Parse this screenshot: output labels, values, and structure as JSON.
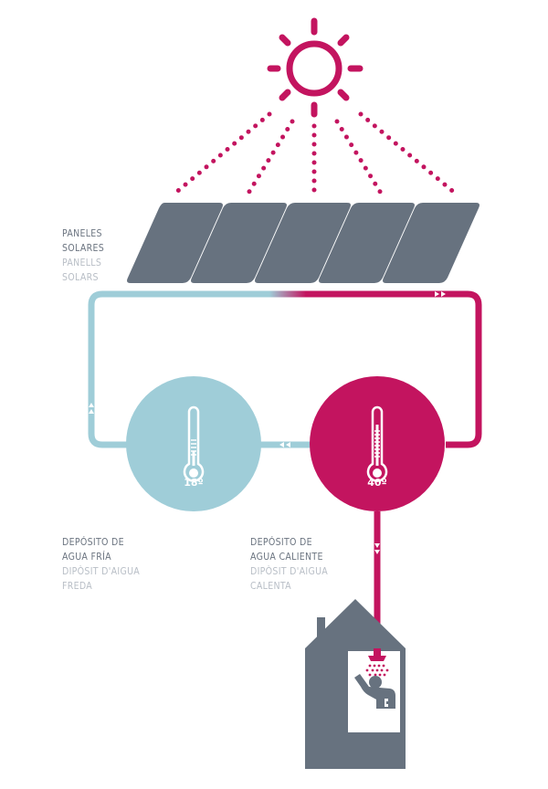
{
  "colors": {
    "magenta": "#c3145f",
    "light_blue": "#9fcdd8",
    "slate": "#67727f",
    "label_primary": "#6b7480",
    "label_secondary": "#b8bec6"
  },
  "icons": [
    "sun-icon",
    "solar-panel-icon",
    "thermometer-icon",
    "house-icon",
    "shower-icon",
    "person-icon",
    "flow-arrow-icon"
  ],
  "panels": {
    "label_es_1": "PANELES",
    "label_es_2": "SOLARES",
    "label_ca_1": "PANELLS",
    "label_ca_2": "SOLARS",
    "count": 5
  },
  "cold_tank": {
    "temperature": "18º",
    "label_es_1": "DEPÓSITO DE",
    "label_es_2": "AGUA FRÍA",
    "label_ca_1": "DIPÒSIT D'AIGUA",
    "label_ca_2": "FREDA"
  },
  "hot_tank": {
    "temperature": "40º",
    "label_es_1": "DEPÓSITO DE",
    "label_es_2": "AGUA CALIENTE",
    "label_ca_1": "DIPÒSIT D'AIGUA",
    "label_ca_2": "CALENTA"
  }
}
